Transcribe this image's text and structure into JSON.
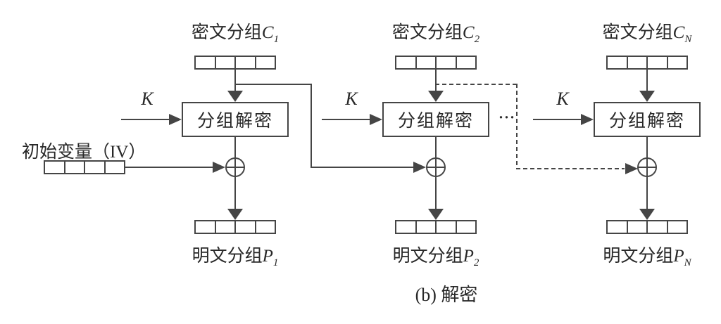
{
  "diagram": {
    "caption": "(b) 解密",
    "key_label": "K",
    "box_label": "分组解密",
    "ellipsis": "···",
    "iv": {
      "label": "初始变量（IV）"
    },
    "columns": [
      {
        "cipher": {
          "prefix": "密文分组",
          "var": "C",
          "sub": "1"
        },
        "plain": {
          "prefix": "明文分组",
          "var": "P",
          "sub": "1"
        }
      },
      {
        "cipher": {
          "prefix": "密文分组",
          "var": "C",
          "sub": "2"
        },
        "plain": {
          "prefix": "明文分组",
          "var": "P",
          "sub": "2"
        }
      },
      {
        "cipher": {
          "prefix": "密文分组",
          "var": "C",
          "sub": "N"
        },
        "plain": {
          "prefix": "明文分组",
          "var": "P",
          "sub": "N"
        }
      }
    ],
    "colors": {
      "line": "#454545",
      "text": "#282828",
      "background": "#ffffff"
    }
  }
}
